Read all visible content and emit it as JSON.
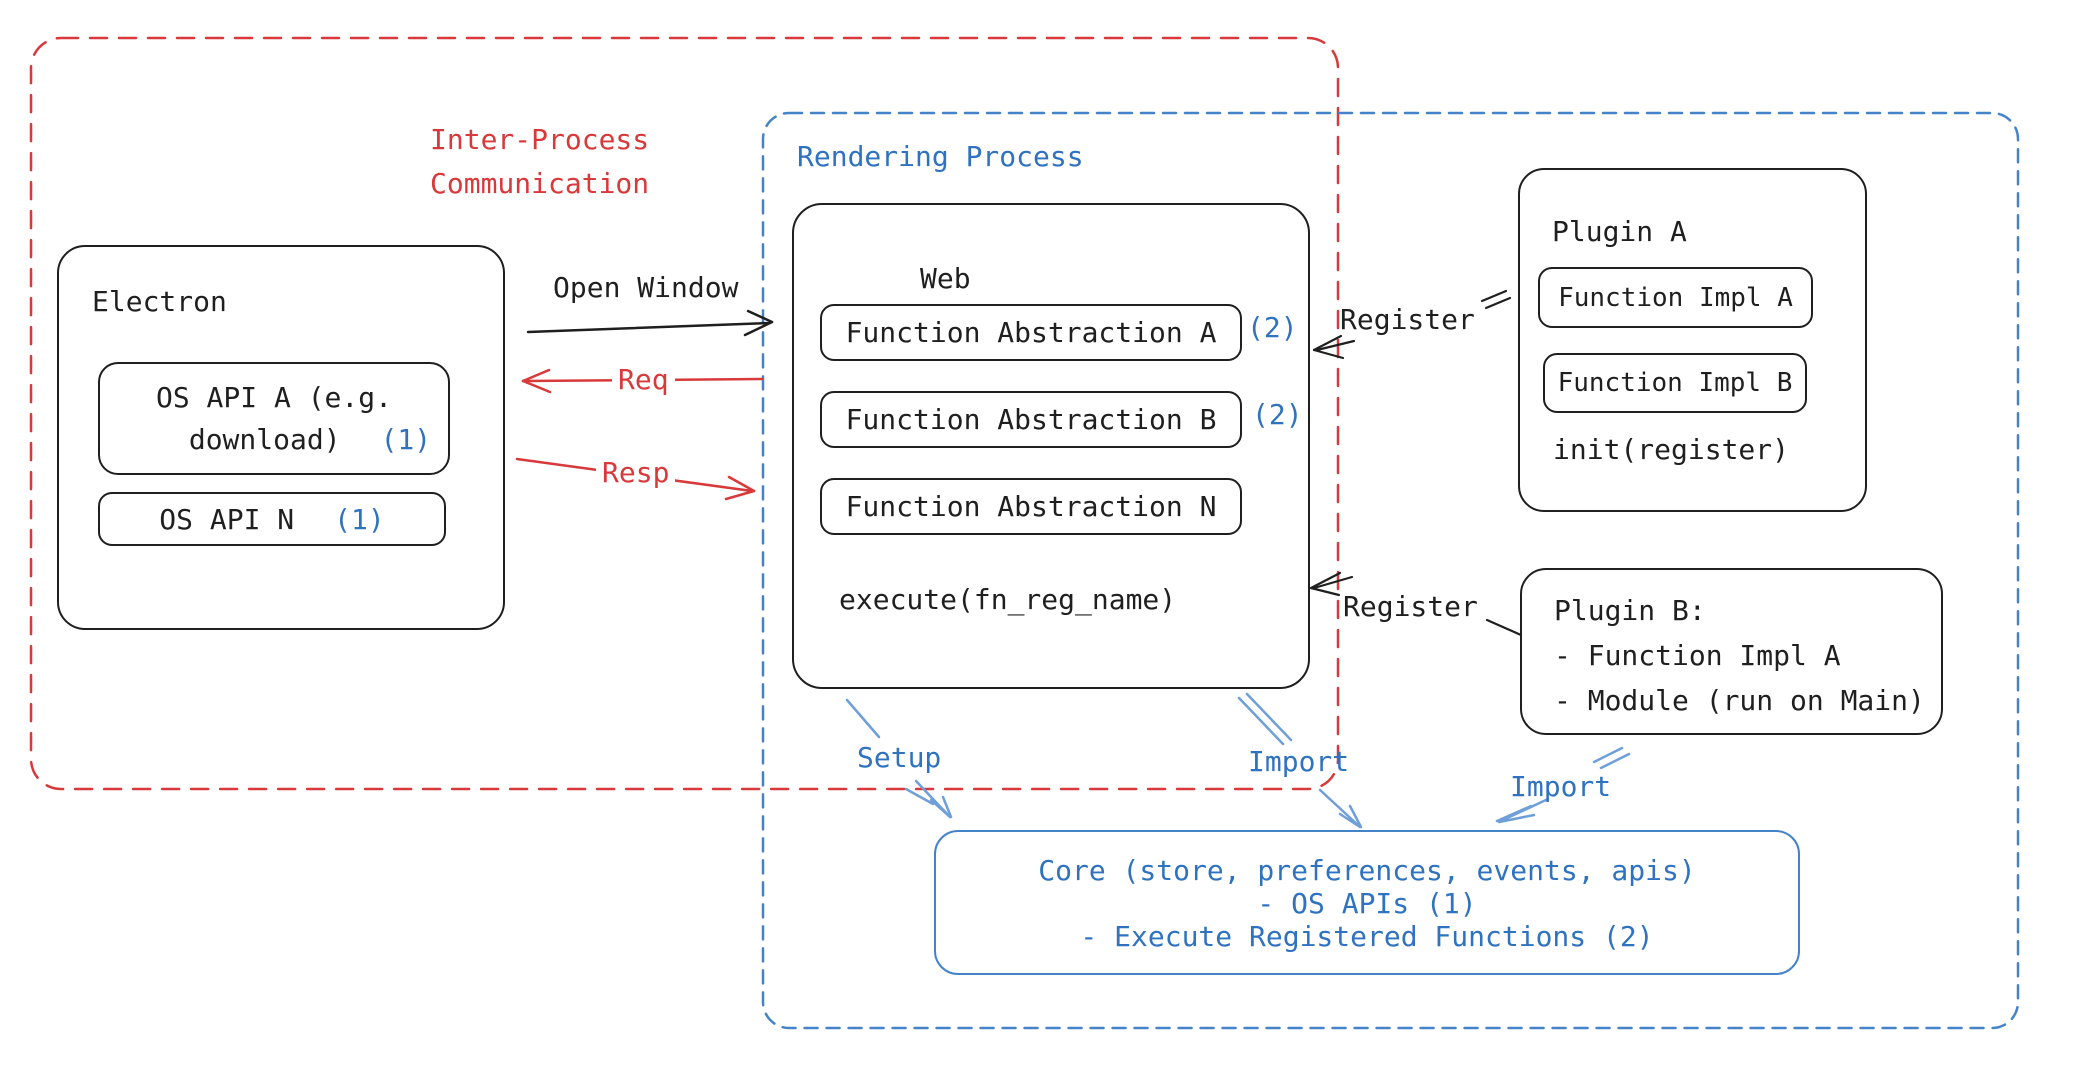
{
  "colors": {
    "black": "#1f1f1f",
    "red": "#d8393a",
    "blue": "#2f72bf",
    "blue_border": "#4583c9",
    "blue_arrow": "#6f9fd8"
  },
  "ipc": {
    "title_line1": "Inter-Process",
    "title_line2": "Communication"
  },
  "rendering": {
    "title": "Rendering Process"
  },
  "electron": {
    "title": "Electron",
    "os_api_a": {
      "line1": "OS API A (e.g.",
      "line2": "download)",
      "ref": "(1)"
    },
    "os_api_n": {
      "label": "OS API N",
      "ref": "(1)"
    }
  },
  "web": {
    "title": "Web",
    "fa_a": {
      "label": "Function Abstraction A",
      "ref": "(2)"
    },
    "fa_b": {
      "label": "Function Abstraction B",
      "ref": "(2)"
    },
    "fa_n": {
      "label": "Function Abstraction N"
    },
    "execute": "execute(fn_reg_name)"
  },
  "plugin_a": {
    "title": "Plugin A",
    "impl_a": "Function Impl A",
    "impl_b": "Function Impl B",
    "init": "init(register)"
  },
  "plugin_b": {
    "line1": "Plugin B:",
    "line2": "- Function Impl A",
    "line3": "- Module (run on Main)"
  },
  "core": {
    "line1": "Core (store, preferences, events, apis)",
    "line2": "- OS APIs (1)",
    "line3": "- Execute Registered Functions (2)"
  },
  "arrows": {
    "open_window": "Open Window",
    "req": "Req",
    "resp": "Resp",
    "register_a": "Register",
    "register_b": "Register",
    "setup": "Setup",
    "import_web": "Import",
    "import_plugin": "Import"
  }
}
